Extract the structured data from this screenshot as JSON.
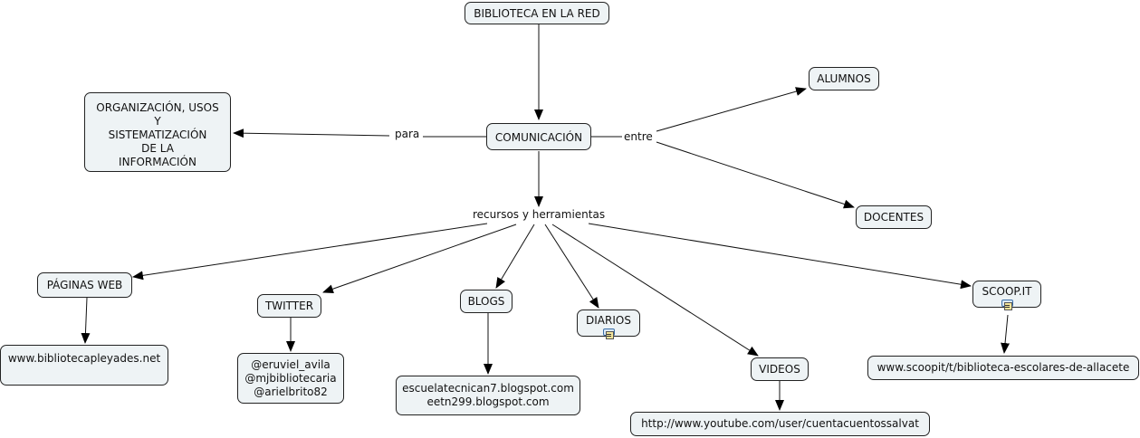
{
  "map": {
    "root": "BIBLIOTECA EN LA RED",
    "central": "COMUNICACIÓN",
    "purpose": "ORGANIZACIÓN, USOS\nY\nSISTEMATIZACIÓN\nDE LA\nINFORMACIÓN",
    "linking_phrases": {
      "para": "para",
      "entre": "entre",
      "recursos": "recursos y herramientas"
    },
    "audience": [
      "ALUMNOS",
      "DOCENTES"
    ],
    "tools": [
      {
        "label": "PÁGINAS WEB",
        "detail": "www.bibliotecapleyades.net",
        "has_resource_icon": false
      },
      {
        "label": "TWITTER",
        "detail": "@eruviel_avila\n@mjbibliotecaria\n@arielbrito82",
        "has_resource_icon": false
      },
      {
        "label": "BLOGS",
        "detail": "escuelatecnican7.blogspot.com\neetn299.blogspot.com",
        "has_resource_icon": false
      },
      {
        "label": "DIARIOS",
        "detail": null,
        "has_resource_icon": true
      },
      {
        "label": "VIDEOS",
        "detail": "http://www.youtube.com/user/cuentacuentossalvat",
        "has_resource_icon": false
      },
      {
        "label": "SCOOP.IT",
        "detail": "www.scoopit/t/biblioteca-escolares-de-allacete",
        "has_resource_icon": true
      }
    ]
  },
  "colors": {
    "node_fill": "#eef3f5",
    "node_border": "#222222",
    "line": "#111111",
    "icon_border": "#3a6ea8"
  }
}
